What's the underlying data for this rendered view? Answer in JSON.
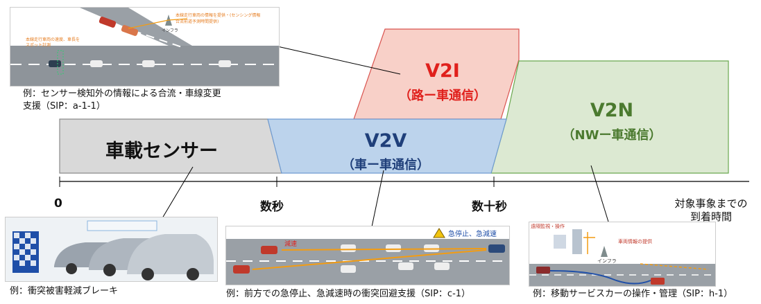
{
  "layers": {
    "sensor": {
      "label": "車載センサー"
    },
    "v2v": {
      "title": "V2V",
      "subtitle": "（車ー車通信）"
    },
    "v2i": {
      "title": "V2I",
      "subtitle": "（路ー車通信）"
    },
    "v2n": {
      "title": "V2N",
      "subtitle": "（NWー車通信）"
    }
  },
  "axis": {
    "ticks": [
      "0",
      "数秒",
      "数十秒"
    ],
    "label_line1": "対象事象までの",
    "label_line2": "到着時間"
  },
  "examples": {
    "top": {
      "line1": "例：センサー検知外の情報による合流・車線変更",
      "line2": "支援（SIP：a-1-1）",
      "inset_text1": "本線走行車両の情報を提供・(センシング情報",
      "inset_text2": "合流前道予測時間提供)",
      "inset_text3": "本線走行車両の速度、車長を",
      "inset_text4": "スポット計測",
      "inset_infra": "インフラ"
    },
    "sensor": {
      "caption": "例：衝突被害軽減ブレーキ"
    },
    "v2v": {
      "caption": "例：前方での急停止、急減速時の衝突回避支援（SIP：c-1）",
      "inset_warn": "急停止、急減速",
      "inset_decel": "減速"
    },
    "v2n": {
      "caption": "例：移動サービスカーの操作・管理（SIP：h-1）",
      "inset_remote": "遠隔監視・操作",
      "inset_info": "車両情報の提供",
      "inset_infra": "インフラ"
    }
  },
  "colors": {
    "sensor_fill": "#d9d9d9",
    "v2v_fill": "#bcd3ec",
    "v2i_fill": "#f8d0c8",
    "v2n_fill": "#dce9d2",
    "v2i_text": "#e0201c",
    "v2n_text": "#4b7a2f",
    "v2v_text": "#1f3f7a"
  }
}
